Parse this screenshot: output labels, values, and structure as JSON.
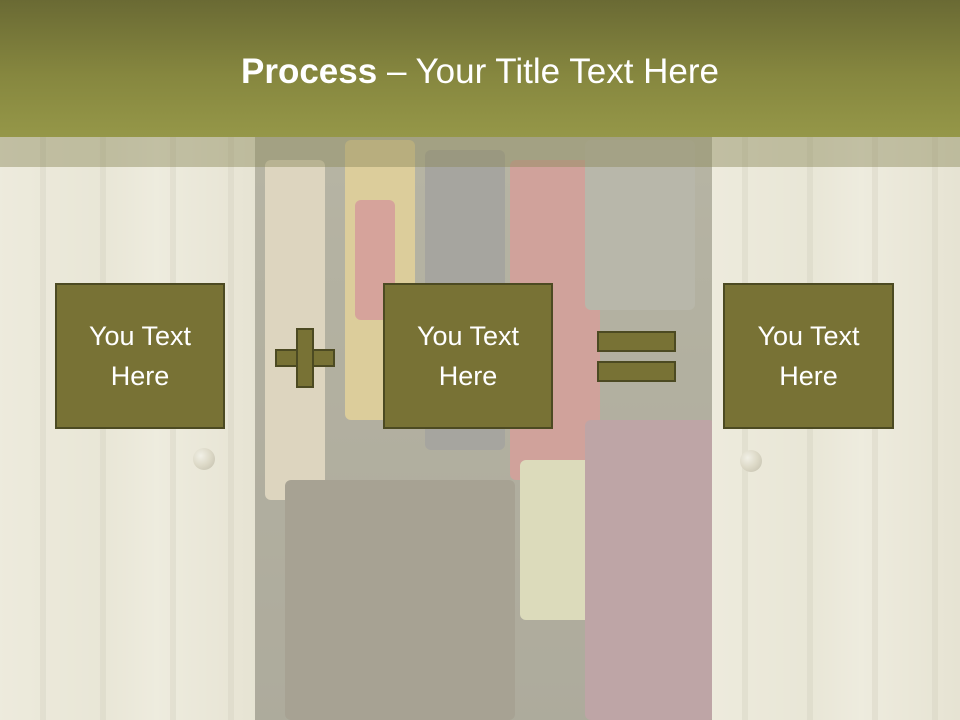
{
  "slide": {
    "title_bold": "Process",
    "title_rest": " – Your Title Text Here"
  },
  "steps": [
    {
      "text": "You Text Here"
    },
    {
      "text": "You Text Here"
    },
    {
      "text": "You Text Here"
    }
  ],
  "operators": {
    "first": "plus-icon",
    "second": "equals-icon"
  },
  "colors": {
    "header": "#86873f",
    "box_fill": "#787235",
    "box_border": "#4c4a22",
    "text": "#ffffff"
  }
}
